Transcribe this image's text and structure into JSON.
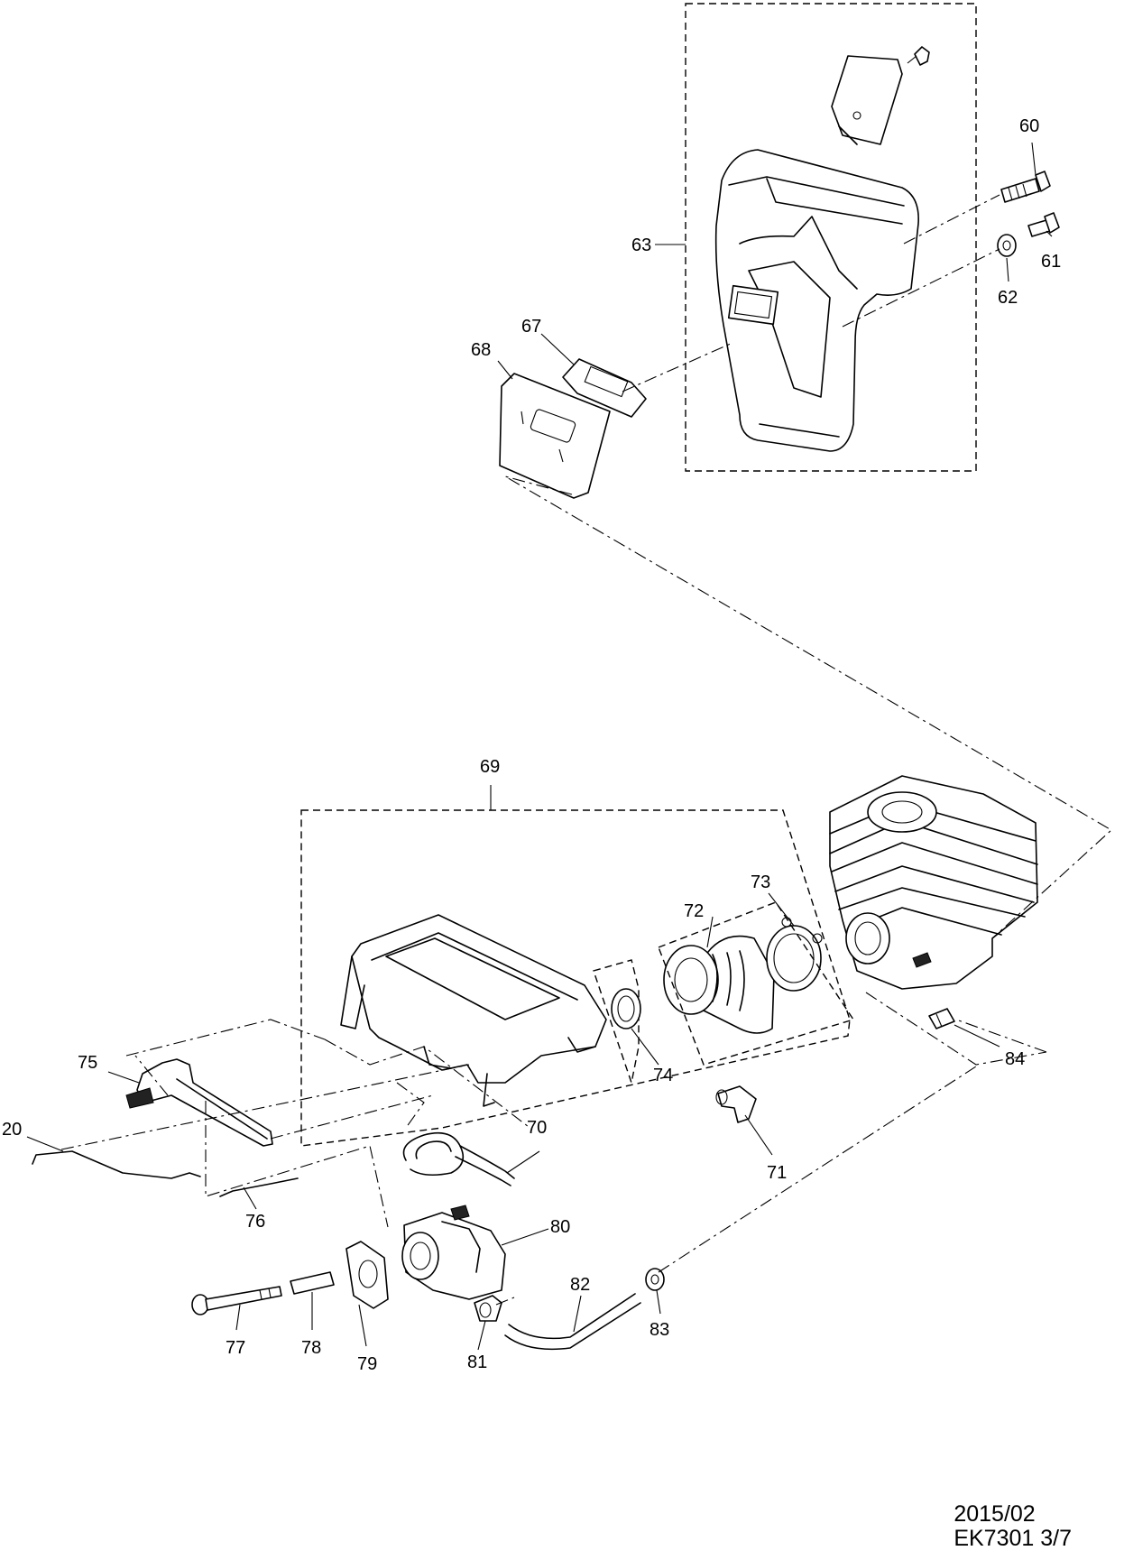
{
  "labels": {
    "p20": "20",
    "p60": "60",
    "p61": "61",
    "p62": "62",
    "p63": "63",
    "p67": "67",
    "p68": "68",
    "p69": "69",
    "p70": "70",
    "p71": "71",
    "p72": "72",
    "p73": "73",
    "p74": "74",
    "p75": "75",
    "p76": "76",
    "p77": "77",
    "p78": "78",
    "p79": "79",
    "p80": "80",
    "p81": "81",
    "p82": "82",
    "p83": "83",
    "p84": "84"
  },
  "footer": {
    "date": "2015/02",
    "code": "EK7301 3/7"
  }
}
